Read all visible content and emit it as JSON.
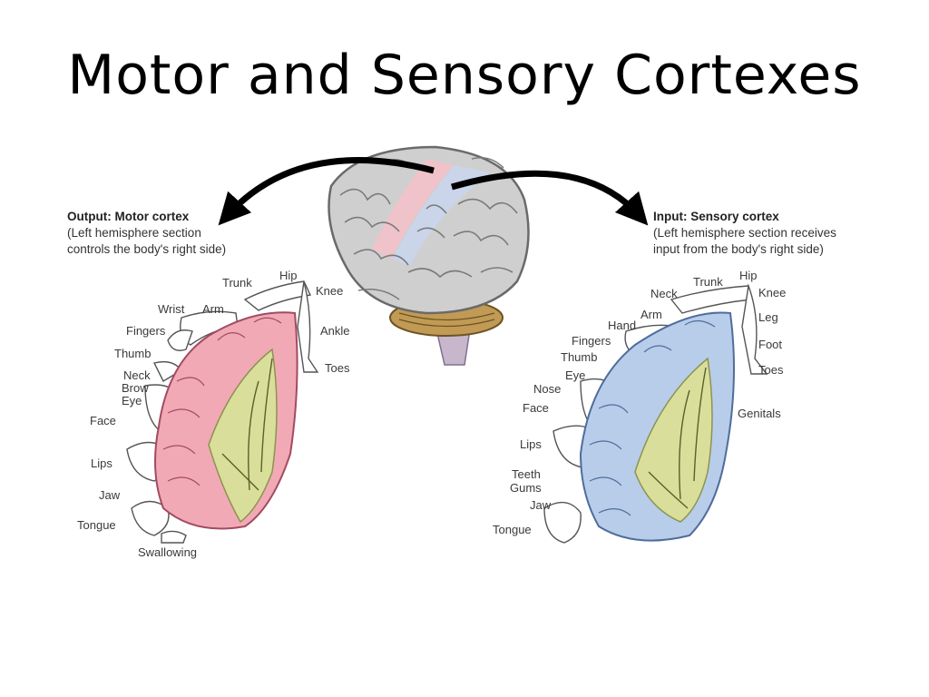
{
  "title": "Motor and Sensory Cortexes",
  "motor": {
    "heading": "Output: Motor cortex",
    "line1": "(Left hemisphere section",
    "line2": "controls the body's right side)",
    "labels": {
      "trunk": "Trunk",
      "hip": "Hip",
      "knee": "Knee",
      "wrist": "Wrist",
      "arm": "Arm",
      "fingers": "Fingers",
      "thumb": "Thumb",
      "neck": "Neck",
      "brow": "Brow",
      "eye": "Eye",
      "face": "Face",
      "lips": "Lips",
      "jaw": "Jaw",
      "tongue": "Tongue",
      "swallowing": "Swallowing",
      "ankle": "Ankle",
      "toes": "Toes"
    }
  },
  "sensory": {
    "heading": "Input: Sensory cortex",
    "line1": "(Left hemisphere section receives",
    "line2": "input from the body's right side)",
    "labels": {
      "hip": "Hip",
      "trunk": "Trunk",
      "neck": "Neck",
      "knee": "Knee",
      "arm": "Arm",
      "hand": "Hand",
      "leg": "Leg",
      "fingers": "Fingers",
      "foot": "Foot",
      "thumb": "Thumb",
      "eye": "Eye",
      "toes": "Toes",
      "nose": "Nose",
      "face": "Face",
      "genitals": "Genitals",
      "lips": "Lips",
      "teeth": "Teeth",
      "gums": "Gums",
      "jaw": "Jaw",
      "tongue": "Tongue"
    }
  },
  "colors": {
    "motor_cortex": "#f4b3bd",
    "sensory_cortex": "#b8cdea",
    "white_matter": "#d9df9a",
    "brain_gray": "#c9c9c9",
    "arrow": "#000000"
  }
}
